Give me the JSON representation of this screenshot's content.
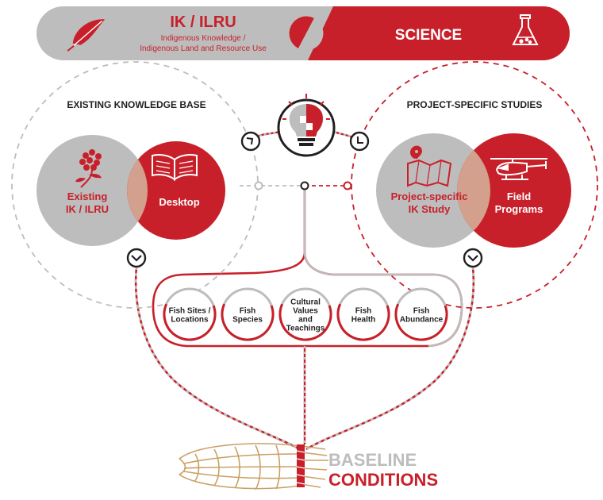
{
  "banner": {
    "left_title": "IK / ILRU",
    "left_subtitle_line1": "Indigenous Knowledge /",
    "left_subtitle_line2": "Indigenous Land and Resource Use",
    "right_title": "SCIENCE",
    "left_icon": "feather-icon",
    "right_icon": "flask-icon"
  },
  "existing": {
    "heading": "EXISTING KNOWLEDGE BASE",
    "left_circle_line1": "Existing",
    "left_circle_line2": "IK / ILRU",
    "right_circle_label": "Desktop",
    "left_icon": "flower-icon",
    "right_icon": "book-icon"
  },
  "project": {
    "heading": "PROJECT-SPECIFIC STUDIES",
    "left_circle_line1": "Project-specific",
    "left_circle_line2": "IK Study",
    "right_circle_line1": "Field",
    "right_circle_line2": "Programs",
    "left_icon": "map-pin-icon",
    "right_icon": "helicopter-icon"
  },
  "center_icon": "lightbulb-puzzle-icon",
  "topics": [
    {
      "lines": [
        "Fish Sites /",
        "Locations"
      ]
    },
    {
      "lines": [
        "Fish",
        "Species"
      ]
    },
    {
      "lines": [
        "Cultural",
        "Values",
        "and",
        "Teachings"
      ]
    },
    {
      "lines": [
        "Fish",
        "Health"
      ]
    },
    {
      "lines": [
        "Fish",
        "Abundance"
      ]
    }
  ],
  "bottom": {
    "line1": "BASELINE",
    "line2": "CONDITIONS",
    "icon": "fish-trap-icon"
  },
  "colors": {
    "red": "#c8202a",
    "grey": "#bdbdbd",
    "dark": "#231f20",
    "straw": "#c9a063"
  }
}
